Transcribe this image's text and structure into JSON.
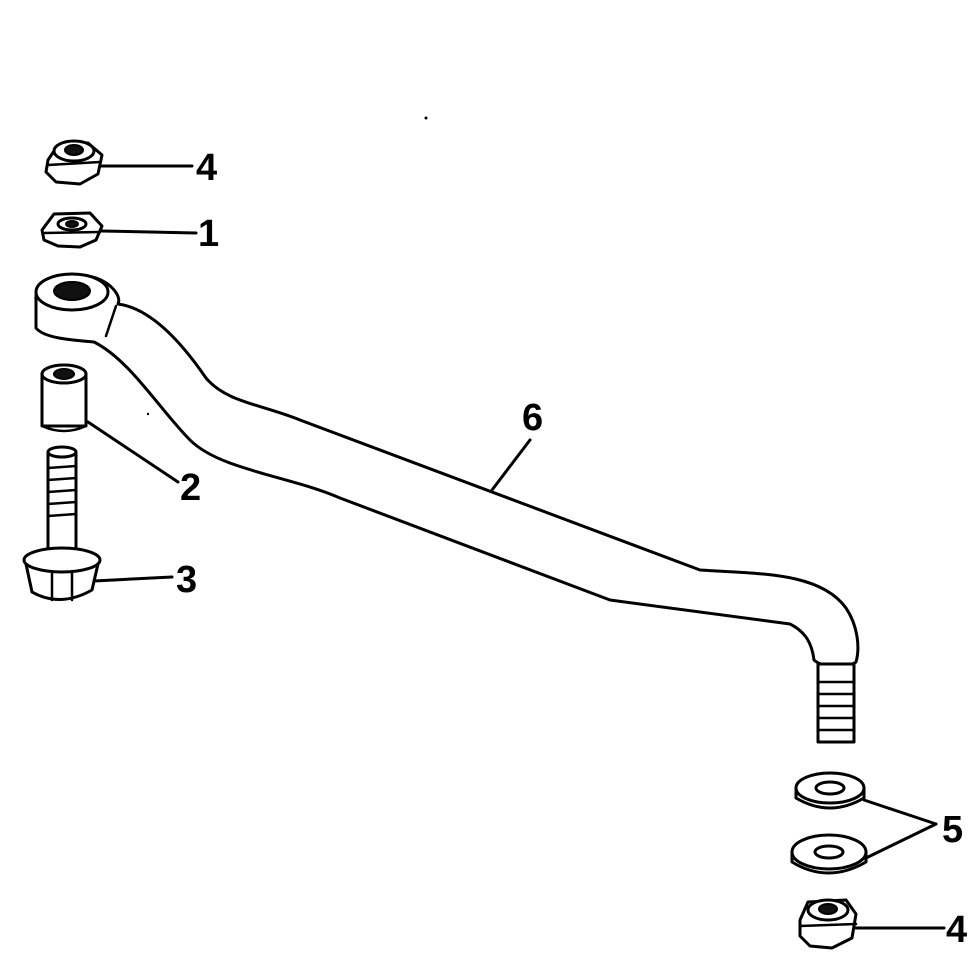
{
  "callouts": {
    "nut_top": "4",
    "nut_plain": "1",
    "spacer": "2",
    "bolt": "3",
    "washers": "5",
    "nut_bottom": "4",
    "tie_rod": "6"
  }
}
